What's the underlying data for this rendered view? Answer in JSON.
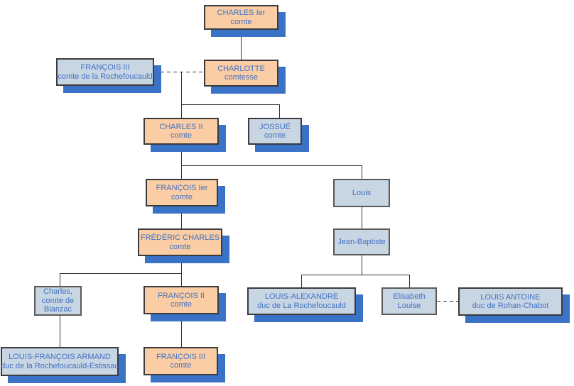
{
  "diagram": {
    "description": "Family tree of the comtes and ducs de La Rochefoucauld",
    "colors": {
      "background": "#FFFFFF",
      "orange-fill": "#FACDA4",
      "blue-fill": "#C8D5E3",
      "shadow-blue": "#3A72C8",
      "text-blue": "#4372C4",
      "border-dark": "#3B3B3B",
      "border-gray": "#5A5A5A",
      "line": "#333333"
    },
    "nodes": {
      "charles_ier": {
        "lines": [
          "CHARLES Ier",
          "comte"
        ]
      },
      "francois_iii_rochefoucauld": {
        "lines": [
          "FRANÇOIS III",
          "comte de la Rochefoucauld"
        ]
      },
      "charlotte": {
        "lines": [
          "CHARLOTTE",
          "comtesse"
        ]
      },
      "charles_ii": {
        "lines": [
          "CHARLES II",
          "comte"
        ]
      },
      "jossue": {
        "lines": [
          "JOSSUÉ",
          "comte"
        ]
      },
      "francois_ier": {
        "lines": [
          "FRANÇOIS Ier",
          "comte"
        ]
      },
      "louis": {
        "lines": [
          "Louis"
        ]
      },
      "frederic_charles": {
        "lines": [
          "FRÉDÉRIC CHARLES",
          "comte"
        ]
      },
      "jean_baptiste": {
        "lines": [
          "Jean-Baptiste"
        ]
      },
      "charles_blanzac": {
        "lines": [
          "Charles,",
          "comte de",
          "Blanzac"
        ]
      },
      "francois_ii": {
        "lines": [
          "FRANÇOIS II",
          "comte"
        ]
      },
      "louis_alexandre": {
        "lines": [
          "LOUIS-ALEXANDRE",
          "duc de La Rochefoucauld"
        ]
      },
      "elisabeth_louise": {
        "lines": [
          "Elisabeth",
          "Louise"
        ]
      },
      "louis_antoine": {
        "lines": [
          "LOUIS ANTOINE",
          "duc de Rohan-Chabot"
        ]
      },
      "louis_francois_armand": {
        "lines": [
          "LOUIS-FRANÇOIS ARMAND",
          "duc de la Rochefoucauld-Estissac"
        ]
      },
      "francois_iii_comte": {
        "lines": [
          "FRANÇOIS III",
          "comte"
        ]
      }
    }
  }
}
